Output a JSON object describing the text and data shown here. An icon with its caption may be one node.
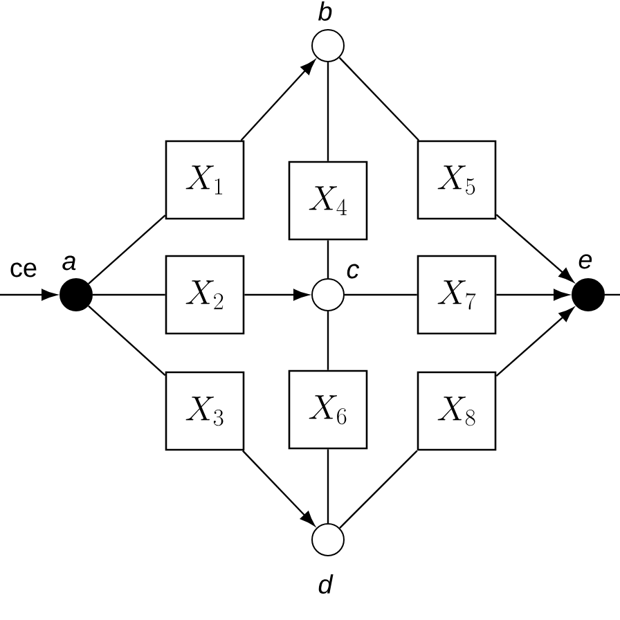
{
  "diagram": {
    "nodes": [
      {
        "text": [],
        "shape": "circle",
        "beside": [
          "a"
        ]
      },
      {
        "text": [],
        "shape": "circle",
        "beside": [
          "b"
        ]
      },
      {
        "text": [],
        "shape": "circle",
        "beside": [
          "c"
        ]
      },
      {
        "text": [],
        "shape": "circle",
        "beside": [
          "d"
        ]
      },
      {
        "text": [],
        "shape": "circle",
        "beside": [
          "e"
        ]
      },
      {
        "text": [
          "X_1"
        ]
      },
      {
        "text": [
          "X_2"
        ]
      },
      {
        "text": [
          "X_3"
        ]
      },
      {
        "text": [
          "X_4"
        ]
      },
      {
        "text": [
          "X_5"
        ]
      },
      {
        "text": [
          "X_6"
        ]
      },
      {
        "text": [
          "X_7"
        ]
      },
      {
        "text": [
          "X_8"
        ]
      }
    ],
    "edges": [
      {
        "from": null,
        "to": 0,
        "arrow": "to",
        "label": "ce"
      },
      {
        "from": 0,
        "to": 5,
        "arrow": "none"
      },
      {
        "from": 5,
        "to": 1,
        "arrow": "to"
      },
      {
        "from": 0,
        "to": 6,
        "arrow": "none"
      },
      {
        "from": 6,
        "to": 2,
        "arrow": "to"
      },
      {
        "from": 0,
        "to": 7,
        "arrow": "none"
      },
      {
        "from": 7,
        "to": 3,
        "arrow": "to"
      },
      {
        "from": 1,
        "to": 8,
        "arrow": "none"
      },
      {
        "from": 8,
        "to": 2,
        "arrow": "none"
      },
      {
        "from": 2,
        "to": 10,
        "arrow": "none"
      },
      {
        "from": 10,
        "to": 3,
        "arrow": "none"
      },
      {
        "from": 1,
        "to": 9,
        "arrow": "none"
      },
      {
        "from": 9,
        "to": 4,
        "arrow": "to"
      },
      {
        "from": 2,
        "to": 11,
        "arrow": "none"
      },
      {
        "from": 11,
        "to": 4,
        "arrow": "to"
      },
      {
        "from": 3,
        "to": 12,
        "arrow": "none"
      },
      {
        "from": 12,
        "to": 4,
        "arrow": "to"
      },
      {
        "from": 4,
        "to": null,
        "arrow": "none"
      }
    ]
  }
}
